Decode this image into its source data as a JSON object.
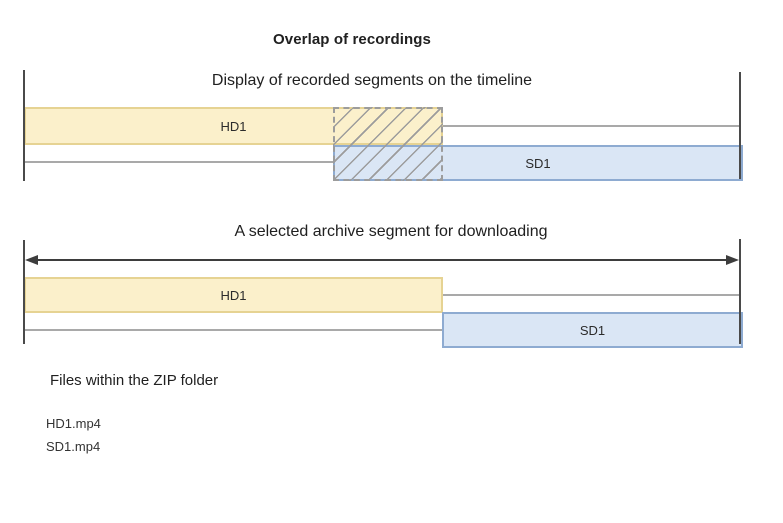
{
  "header": {
    "title": "Overlap of recordings"
  },
  "colors": {
    "hd_fill": "#FBF0CB",
    "hd_border": "#E6D393",
    "sd_fill": "#DAE6F5",
    "sd_border": "#8EABD1",
    "track": "#A9A9A9",
    "boundary": "#4A4A4A",
    "arrow": "#3D3D3D",
    "hatch": "#9C9C9C",
    "text_primary": "#202020",
    "text_file": "#333333"
  },
  "timeline_display": {
    "title": "Display of recorded segments on the timeline",
    "hd_label": "HD1",
    "sd_label": "SD1"
  },
  "download_selection": {
    "title": "A selected archive segment for downloading",
    "hd_label": "HD1",
    "sd_label": "SD1"
  },
  "zip_files": {
    "title": "Files within the ZIP folder",
    "files": [
      "HD1.mp4",
      "SD1.mp4"
    ]
  }
}
